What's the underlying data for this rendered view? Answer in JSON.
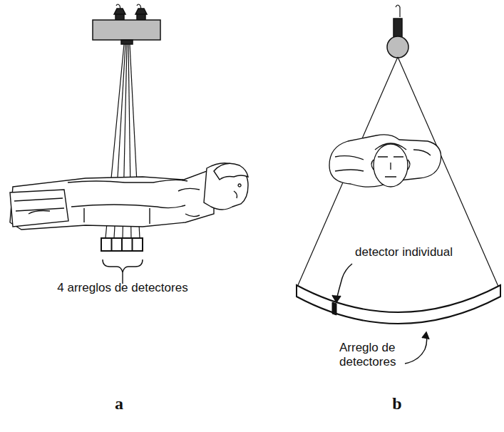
{
  "diagram": {
    "labels": [
      "4 arreglos de detectores",
      "detector individual",
      "Arreglo de detectores",
      "a",
      "b"
    ]
  }
}
